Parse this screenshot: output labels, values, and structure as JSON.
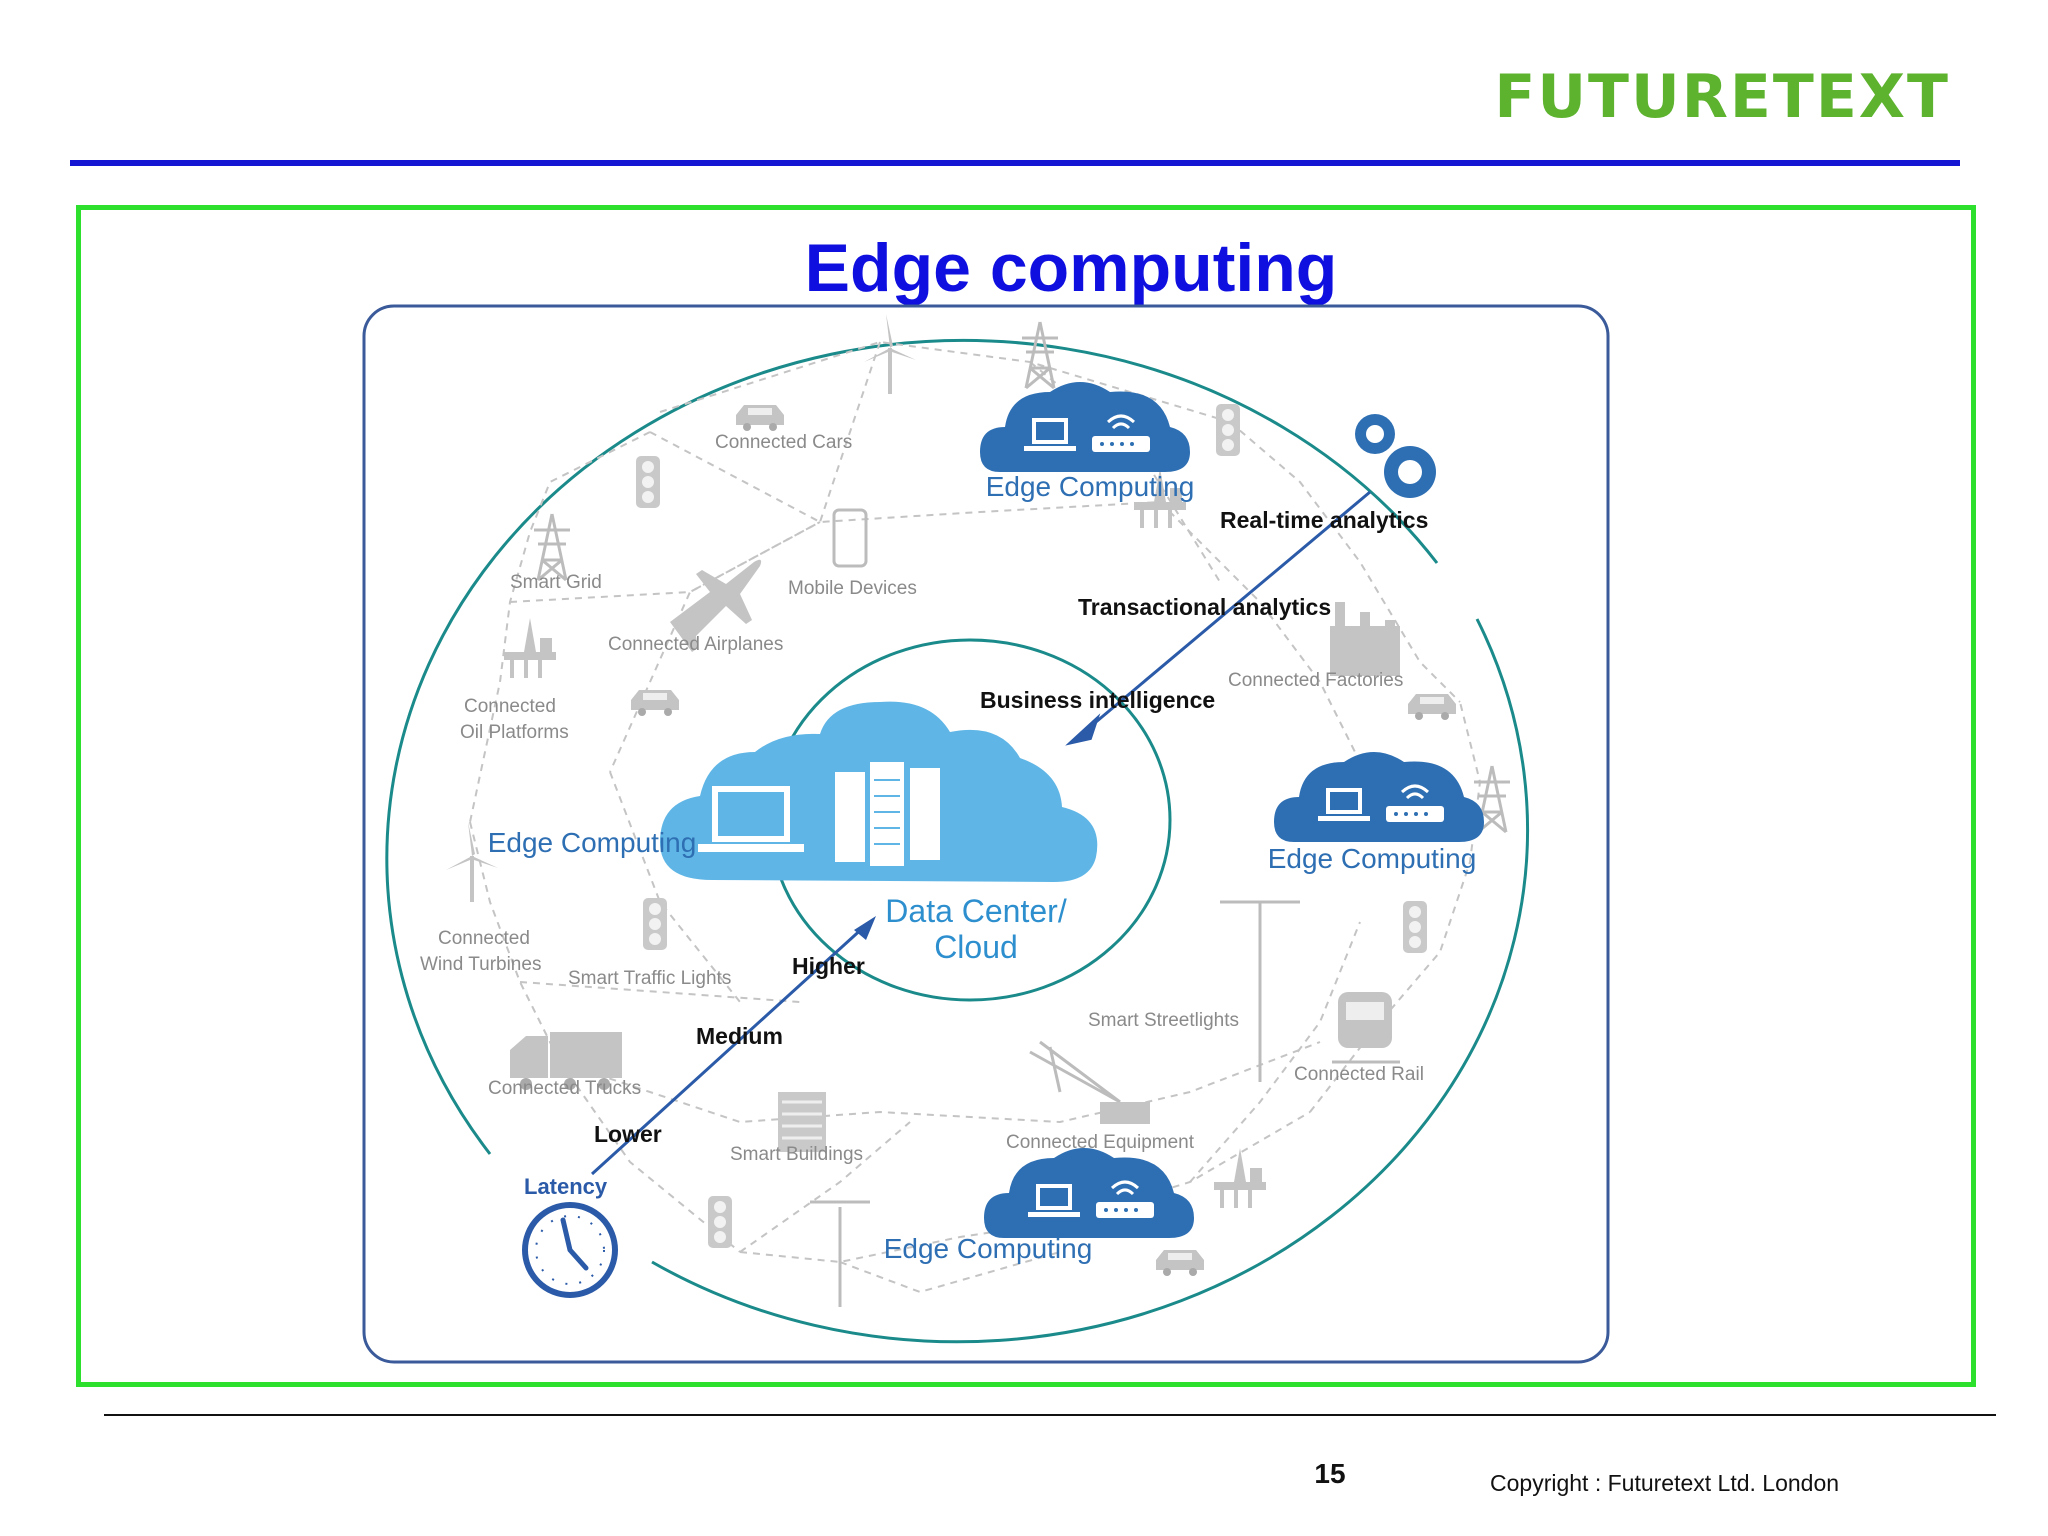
{
  "header": {
    "logo_text": "FUTURETEXT"
  },
  "slide": {
    "title": "Edge computing"
  },
  "diagram": {
    "center_label_line1": "Data Center/",
    "center_label_line2": "Cloud",
    "edge_label": "Edge Computing",
    "devices": {
      "connected_cars": "Connected Cars",
      "smart_grid": "Smart Grid",
      "mobile_devices": "Mobile Devices",
      "connected_airplanes": "Connected Airplanes",
      "connected_oil_line1": "Connected",
      "connected_oil_line2": "Oil Platforms",
      "connected_wind_line1": "Connected",
      "connected_wind_line2": "Wind Turbines",
      "smart_traffic_lights": "Smart Traffic Lights",
      "connected_trucks": "Connected Trucks",
      "smart_buildings": "Smart Buildings",
      "connected_equipment": "Connected Equipment",
      "smart_streetlights": "Smart Streetlights",
      "connected_rail": "Connected Rail",
      "connected_factories": "Connected Factories"
    },
    "analytics": {
      "realtime": "Real-time analytics",
      "transactional": "Transactional analytics",
      "business": "Business intelligence"
    },
    "latency": {
      "label": "Latency",
      "lower": "Lower",
      "medium": "Medium",
      "higher": "Higher"
    },
    "colors": {
      "edge_blue": "#2e6fb3",
      "cloud_light": "#5fb6e6",
      "ring_teal": "#1b8a8a",
      "frame_green": "#2de02d",
      "rule_blue": "#1515d4",
      "logo_green": "#5db32e"
    }
  },
  "footer": {
    "page_number": "15",
    "copyright": "Copyright : Futuretext Ltd. London"
  }
}
